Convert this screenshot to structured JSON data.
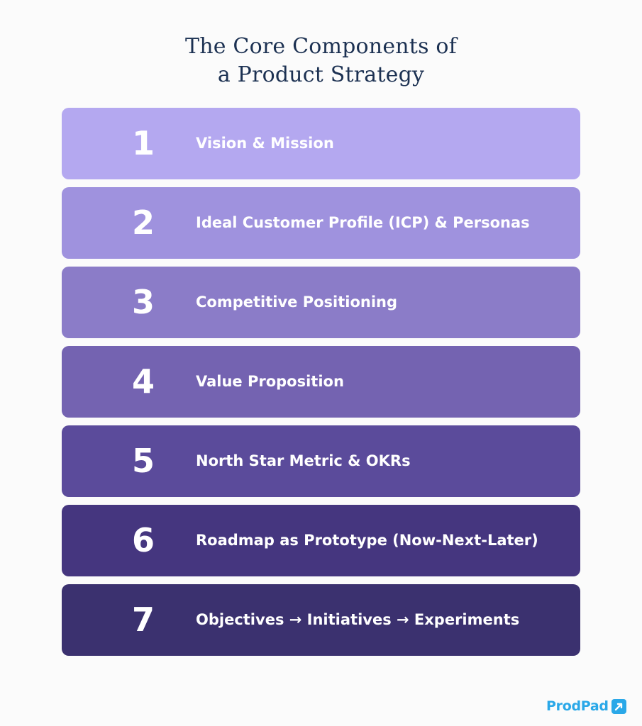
{
  "title": {
    "line1": "The Core Components of",
    "line2": "a Product Strategy"
  },
  "components": [
    {
      "number": "1",
      "label": "Vision & Mission",
      "color": "#b4a8f0"
    },
    {
      "number": "2",
      "label": "Ideal Customer Profile (ICP) & Personas",
      "color": "#9f92de"
    },
    {
      "number": "3",
      "label": "Competitive Positioning",
      "color": "#8b7cc8"
    },
    {
      "number": "4",
      "label": "Value Proposition",
      "color": "#7463b1"
    },
    {
      "number": "5",
      "label": "North Star Metric & OKRs",
      "color": "#5b4b9b"
    },
    {
      "number": "6",
      "label": "Roadmap as Prototype (Now-Next-Later)",
      "color": "#45367f"
    },
    {
      "number": "7",
      "label": "Objectives → Initiatives → Experiments",
      "color": "#3b316f"
    }
  ],
  "brand": {
    "name": "ProdPad",
    "icon": "prodpad-logo-icon",
    "color": "#2aa8e8"
  }
}
